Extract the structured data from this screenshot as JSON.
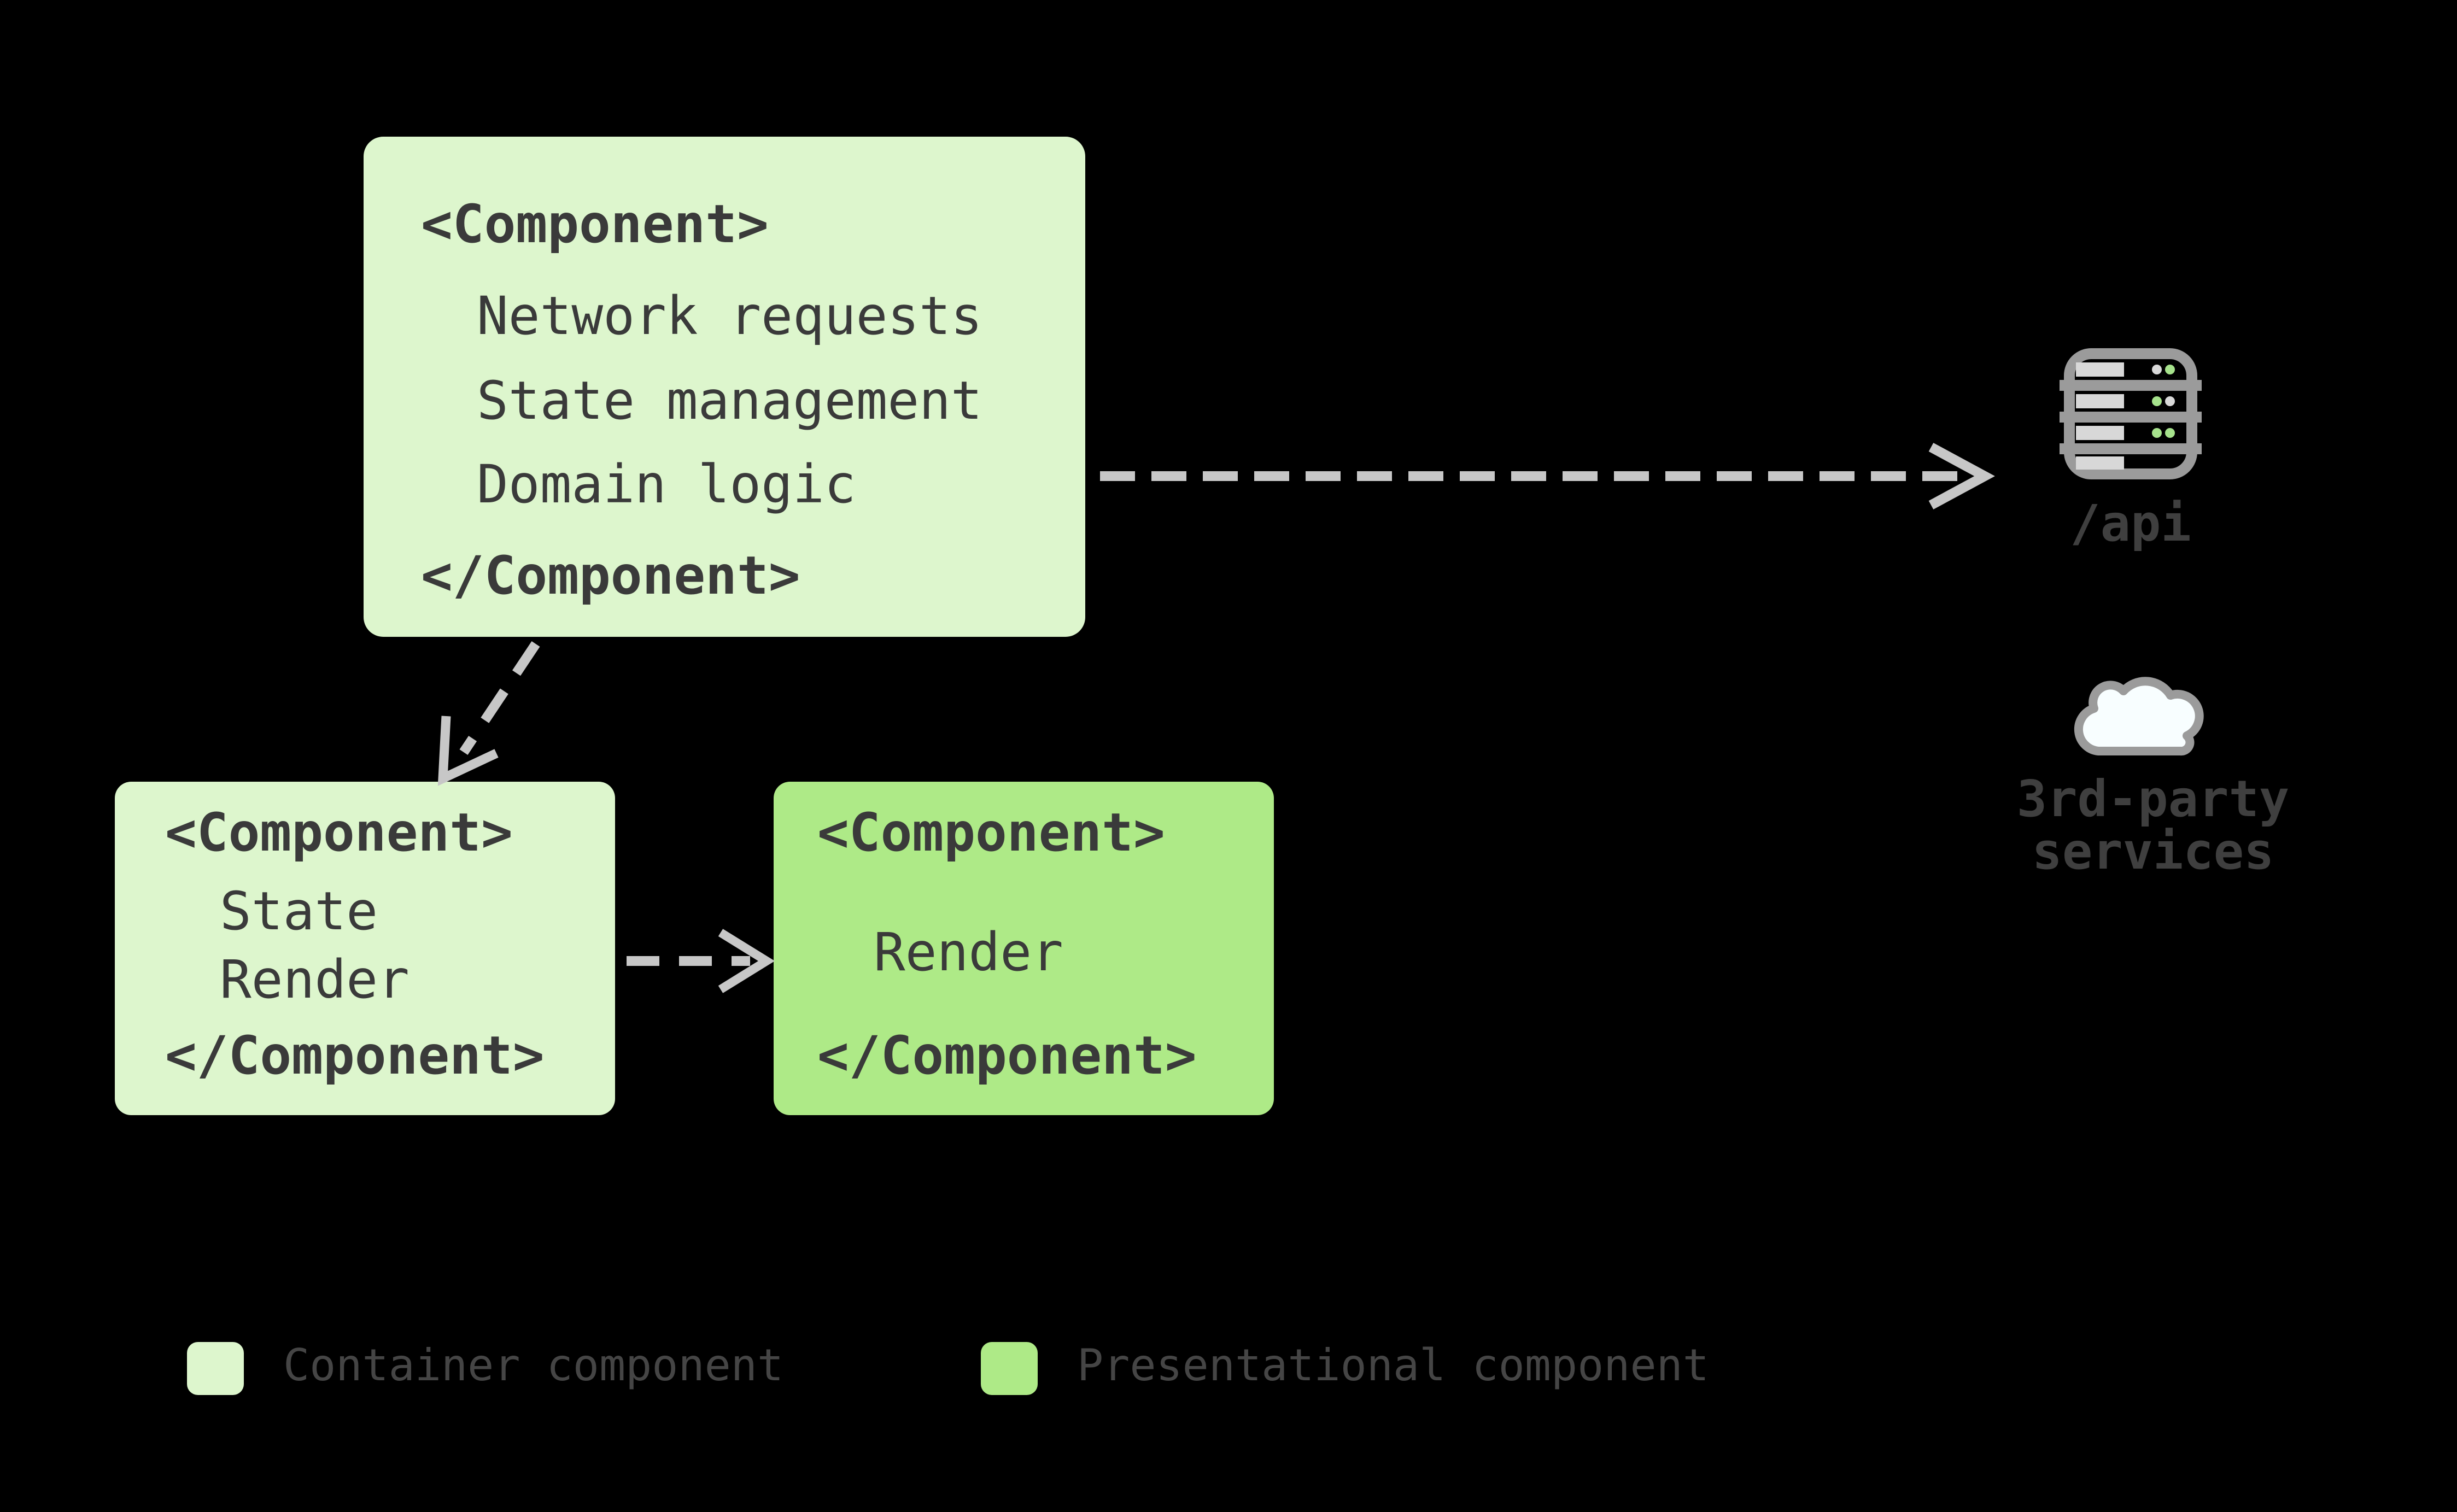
{
  "colors": {
    "background": "#000000",
    "container_fill": "#ddf6cd",
    "presentational_fill": "#aeea87",
    "code_text": "#3a3a3a",
    "arrow": "#c7c7c7",
    "icon_outline": "#9b9b9b",
    "icon_bar": "#d8d8d8",
    "icon_dot_gray": "#d8d8d8",
    "icon_dot_green": "#a6e28c",
    "cloud_fill": "#f8feff",
    "service_label": "#3f3f3f",
    "legend_text": "#454545"
  },
  "container_top": {
    "open_tag": "<Component>",
    "items": [
      "Network requests",
      "State management",
      "Domain logic"
    ],
    "close_tag": "</Component>"
  },
  "container_child": {
    "open_tag": "<Component>",
    "items": [
      "State",
      "Render"
    ],
    "close_tag": "</Component>"
  },
  "presentational": {
    "open_tag": "<Component>",
    "items": [
      "Render"
    ],
    "close_tag": "</Component>"
  },
  "services": {
    "api_label": "/api",
    "third_party_line1": "3rd-party",
    "third_party_line2": "services"
  },
  "legend": {
    "container_label": "Container component",
    "presentational_label": "Presentational component"
  }
}
